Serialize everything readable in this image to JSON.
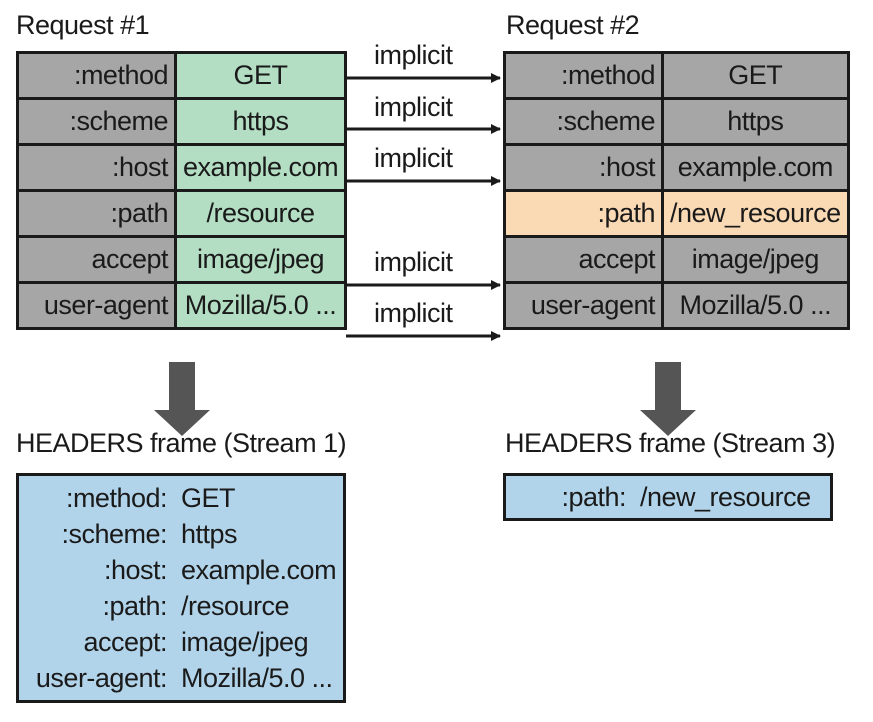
{
  "request1": {
    "title": "Request #1",
    "rows": [
      {
        "key": ":method",
        "value": "GET"
      },
      {
        "key": ":scheme",
        "value": "https"
      },
      {
        "key": ":host",
        "value": "example.com"
      },
      {
        "key": ":path",
        "value": "/resource"
      },
      {
        "key": "accept",
        "value": "image/jpeg"
      },
      {
        "key": "user-agent",
        "value": "Mozilla/5.0 ..."
      }
    ]
  },
  "request2": {
    "title": "Request #2",
    "rows": [
      {
        "key": ":method",
        "value": "GET"
      },
      {
        "key": ":scheme",
        "value": "https"
      },
      {
        "key": ":host",
        "value": "example.com"
      },
      {
        "key": ":path",
        "value": "/new_resource"
      },
      {
        "key": "accept",
        "value": "image/jpeg"
      },
      {
        "key": "user-agent",
        "value": "Mozilla/5.0 ..."
      }
    ]
  },
  "implicit_labels": [
    "implicit",
    "implicit",
    "implicit",
    "implicit",
    "implicit"
  ],
  "frame1": {
    "title": "HEADERS frame (Stream 1)",
    "rows": [
      {
        "key": ":method:",
        "value": "GET"
      },
      {
        "key": ":scheme:",
        "value": "https"
      },
      {
        "key": ":host:",
        "value": "example.com"
      },
      {
        "key": ":path:",
        "value": "/resource"
      },
      {
        "key": "accept:",
        "value": "image/jpeg"
      },
      {
        "key": "user-agent:",
        "value": "Mozilla/5.0 ..."
      }
    ]
  },
  "frame3": {
    "title": "HEADERS frame (Stream 3)",
    "rows": [
      {
        "key": ":path:",
        "value": "/new_resource"
      }
    ]
  },
  "colors": {
    "key_cell": "#a6a6a6",
    "request1_value": "#b3dec3",
    "changed_row": "#fad9b5",
    "frame_box": "#b2d4ea",
    "arrow": "#555555"
  }
}
